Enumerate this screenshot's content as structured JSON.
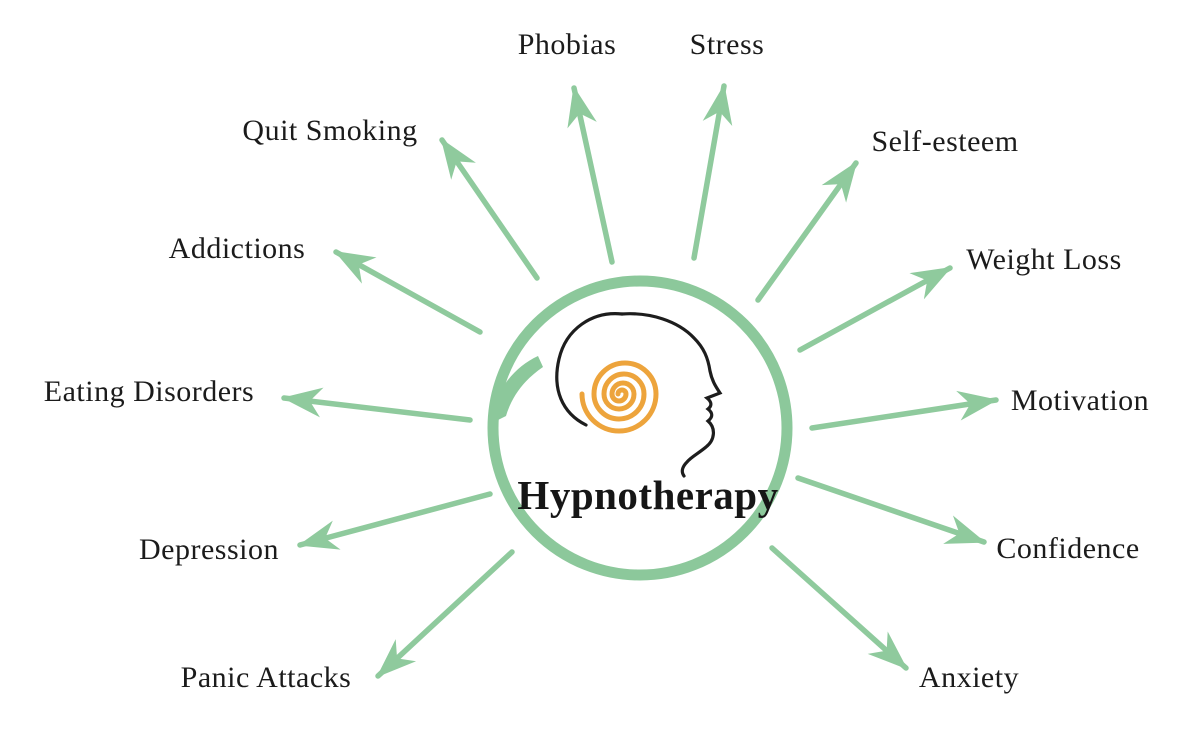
{
  "diagram": {
    "title": "Hypnotherapy",
    "center": {
      "icons": [
        "head-profile-icon",
        "hypnosis-spiral-icon"
      ]
    },
    "topics": [
      {
        "label": "Phobias"
      },
      {
        "label": "Stress"
      },
      {
        "label": "Quit Smoking"
      },
      {
        "label": "Self-esteem"
      },
      {
        "label": "Addictions"
      },
      {
        "label": "Weight Loss"
      },
      {
        "label": "Eating Disorders"
      },
      {
        "label": "Motivation"
      },
      {
        "label": "Depression"
      },
      {
        "label": "Confidence"
      },
      {
        "label": "Panic Attacks"
      },
      {
        "label": "Anxiety"
      }
    ],
    "colors": {
      "arrow_green": "#8FCA9D",
      "circle_green": "#8CC89B",
      "spiral_orange": "#EDA43C",
      "text": "#1B1B1B"
    }
  }
}
